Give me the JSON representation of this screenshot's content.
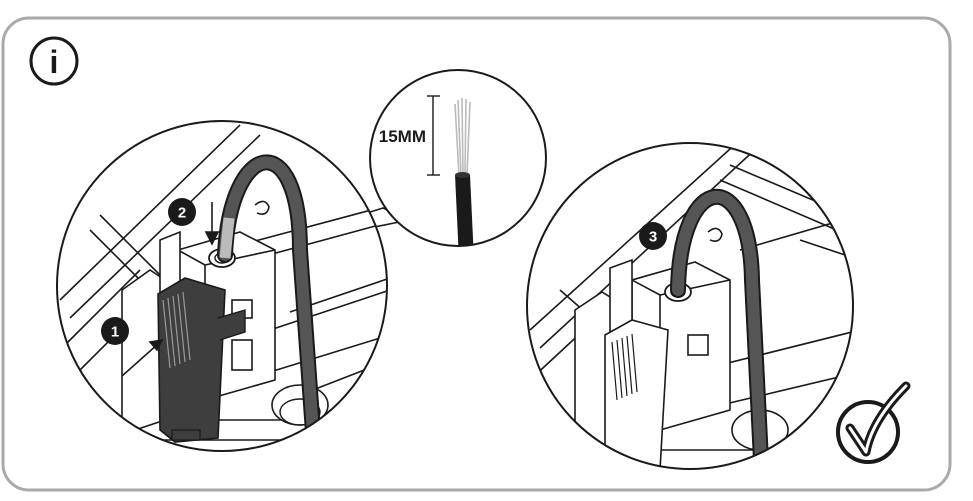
{
  "info_icon": {
    "glyph": "i",
    "icon": "info-icon"
  },
  "steps": [
    {
      "number": "1"
    },
    {
      "number": "2"
    },
    {
      "number": "3"
    }
  ],
  "detail": {
    "dimension_label": "15MM"
  },
  "check_icon": {
    "icon": "checkmark-icon"
  },
  "colors": {
    "frame": "#aaaaaa",
    "line": "#1a1a1a",
    "cable": "#555555",
    "connector": "#3e3e3e",
    "strands": "#bbbbbb",
    "badge": "#1a1a1a"
  }
}
